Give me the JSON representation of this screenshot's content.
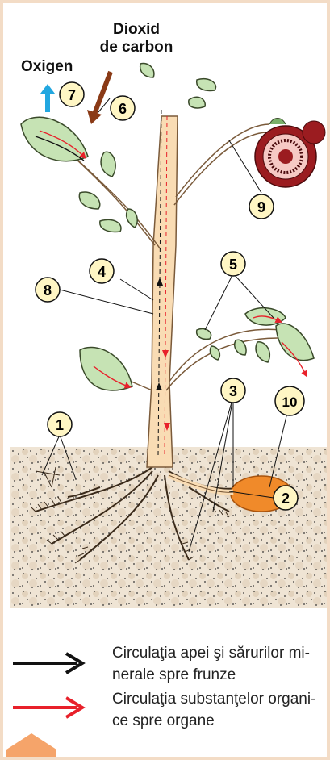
{
  "labels": {
    "oxygen": "Oxigen",
    "co2_line1": "Dioxid",
    "co2_line2": "de carbon"
  },
  "markers": [
    "1",
    "2",
    "3",
    "4",
    "5",
    "6",
    "7",
    "8",
    "9",
    "10"
  ],
  "legend": [
    {
      "text": "Circulaţia apei şi sărurilor mi-\nnerale spre frunze",
      "color": "#111111"
    },
    {
      "text": "Circulaţia substanţelor organi-\nce spre organe",
      "color": "#e8202a"
    }
  ],
  "colors": {
    "stem": "#f9dcb4",
    "leaf": "#c6e3b4",
    "soil": "#efe4d4",
    "tuber": "#f08a2a",
    "fruit": "#9b1c20",
    "marker": "#fff6c4",
    "oxygen_arrow": "#22a7e0",
    "co2_arrow": "#8a3a16"
  }
}
